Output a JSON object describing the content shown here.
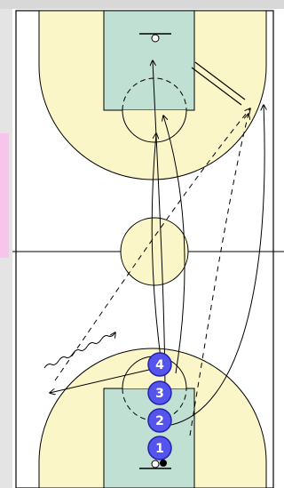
{
  "diagram": {
    "type": "basketball-court-drill",
    "players": [
      {
        "label": "4",
        "has_ball": false
      },
      {
        "label": "3",
        "has_ball": false
      },
      {
        "label": "2",
        "has_ball": false
      },
      {
        "label": "1",
        "has_ball": true
      }
    ],
    "colors": {
      "court_fill": "#fbf6c8",
      "lane_fill": "#bfe0d2",
      "lines": "#000000",
      "player_fill": "#5555ee",
      "player_border": "#2222aa",
      "player_text": "#ffffff",
      "edge_pink": "#ffb8f0",
      "edge_gray": "#e4e4e4"
    },
    "icons": [
      "basket-icon",
      "ball-icon"
    ]
  }
}
